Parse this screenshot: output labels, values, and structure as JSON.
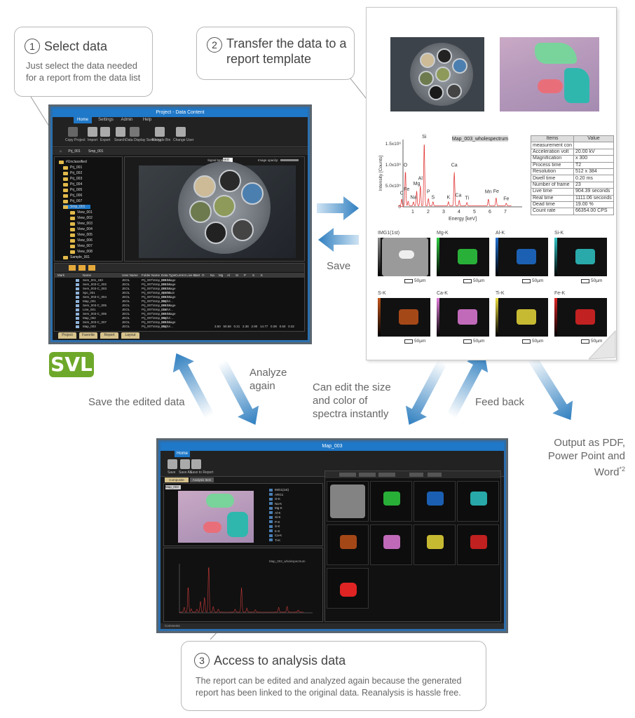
{
  "step1": {
    "number": "1",
    "title": "Select data",
    "desc_line1": "Just select the data needed",
    "desc_line2": "for a report from the data list"
  },
  "step2": {
    "number": "2",
    "title_line1": "Transfer the data to a",
    "title_line2": "report template"
  },
  "step3": {
    "number": "3",
    "title": "Access to analysis data",
    "desc_line1": "The report can be edited and analyzed again because the generated",
    "desc_line2": "report has been linked to the original data. Reanalysis is hassle free."
  },
  "labels": {
    "save": "Save",
    "analyze_again_1": "Analyze",
    "analyze_again_2": "again",
    "save_edited": "Save the edited data",
    "edit_size_1": "Can edit the size",
    "edit_size_2": "and color of",
    "edit_size_3": "spectra instantly",
    "feed_back": "Feed back",
    "output_1": "Output as PDF,",
    "output_2": "Power Point and",
    "output_3": "Word",
    "output_sup": "*2",
    "logo": "SVL"
  },
  "top_window": {
    "title": "Project - Data Content",
    "tabs": [
      "Home",
      "Settings",
      "Admin",
      "Help"
    ],
    "ribbon_items": [
      "Copy Project",
      "Import",
      "Export",
      "Search",
      "Data Display Switching",
      "Recycle Bin",
      "Change User"
    ],
    "breadcrumb": [
      "Prj_001",
      "Smp_001"
    ],
    "tree": [
      "#Unclassified",
      "Prj_001",
      "Prj_002",
      "Prj_003",
      "Prj_004",
      "Prj_005",
      "Prj_006",
      "Prj_007",
      "Smp_001",
      "View_001",
      "View_002",
      "View_003",
      "View_004",
      "View_005",
      "View_006",
      "View_007",
      "View_008",
      "Sample_001"
    ],
    "columns": [
      "Mark",
      "Name",
      "User Name",
      "Folder Name",
      "Data Type",
      "Current Live Start",
      "C",
      "O",
      "Na",
      "Mg",
      "Al",
      "Si",
      "P",
      "S",
      "K"
    ],
    "rows": [
      [
        "Sem_001_SEI",
        "JEOL",
        "Prj_007\\Smp_001\\Vi...",
        "EM Image"
      ],
      [
        "Sem_003-C_002",
        "JEOL",
        "Prj_007\\Smp_001\\Vi...",
        "EM Image"
      ],
      [
        "Sem_003-C_003",
        "JEOL",
        "Prj_007\\Smp_001\\Vi...",
        "EM Image"
      ],
      [
        "Spc_001",
        "JEOL",
        "Prj_007\\Smp_001\\Vi...",
        "Spectrum"
      ],
      [
        "Sem_003-C_004",
        "JEOL",
        "Prj_007\\Smp_001\\Vi...",
        "EM Image"
      ],
      [
        "Map_001",
        "JEOL",
        "Prj_007\\Smp_001\\Vi...",
        "Map"
      ],
      [
        "Sem_003-C_005",
        "JEOL",
        "Prj_007\\Smp_001\\Vi...",
        "EM Image"
      ],
      [
        "Line_001",
        "JEOL",
        "Prj_007\\Smp_001\\Vi...",
        "Line"
      ],
      [
        "Sem_003-C_006",
        "JEOL",
        "Prj_007\\Smp_001\\Vi...",
        "EM Image"
      ],
      [
        "Map_002",
        "JEOL",
        "Prj_007\\Smp_001\\Vi...",
        "Map"
      ],
      [
        "Sem_003-C_007",
        "JEOL",
        "Prj_007\\Smp_001\\Vi...",
        "EM Image"
      ],
      [
        "Map_003",
        "JEOL",
        "Prj_007\\Smp_001\\Vi...",
        "Map"
      ]
    ],
    "last_row_values": "3.50   50.68   0.21   2.38   2.90   14.77   0.08   0.60   0.32",
    "bottom_tabs": [
      "Project",
      "Favorite",
      "Report",
      "Layout"
    ],
    "signal_label": "Signal type:",
    "signal_value": "SED",
    "image_label": "Image opacity:"
  },
  "bottom_window": {
    "title": "Map_003",
    "tab": "Home",
    "ribbon_items": [
      "Save",
      "Save As",
      "Save to Report"
    ],
    "subtabs": [
      "Composite Image",
      "Analysis Item"
    ],
    "item_tab": "Map_003",
    "element_list": [
      "IMG1(1st)",
      "ARG1",
      "O-K",
      "Na-K",
      "Mg-K",
      "Al-K",
      "Si-K",
      "P-K",
      "S-K",
      "K-K",
      "Ca-K",
      "Ti-K"
    ],
    "spectrum_title": "Map_003_wholespectrum",
    "status": "Comments"
  },
  "report": {
    "spectrum": {
      "title": "Map_003_wholespectrum",
      "ylabel": "Intensity [Counts]",
      "xlabel": "Energy [keV]",
      "yticks": [
        "0",
        "5.0x10⁵",
        "1.0x10⁶",
        "1.5x10⁶"
      ],
      "xticks": [
        "1",
        "2",
        "3",
        "4",
        "5",
        "6",
        "7"
      ],
      "peak_labels": [
        "C",
        "O",
        "Fe",
        "Na",
        "Mg",
        "Al",
        "Si",
        "P",
        "S",
        "K",
        "Ca",
        "Ca",
        "Ti",
        "Mn",
        "Fe",
        "Fe"
      ]
    },
    "params": {
      "headers": [
        "Items",
        "Value"
      ],
      "rows": [
        [
          "measurement con",
          ""
        ],
        [
          "Acceleration volt",
          "20.00 kV"
        ],
        [
          "Magnification",
          "x 300"
        ],
        [
          "Process time",
          "T2"
        ],
        [
          "Resolution",
          "512 x 384"
        ],
        [
          "Dwell time",
          "0.20 ms"
        ],
        [
          "Number of frame",
          "23"
        ],
        [
          "Live time",
          "904.39 seconds"
        ],
        [
          "Real time",
          "1111.06 seconds"
        ],
        [
          "Dead time",
          "19.00 %"
        ],
        [
          "Count rate",
          "66354.00 CPS"
        ]
      ]
    },
    "maps": [
      {
        "label": "IMG1(1st)",
        "scale": "50µm",
        "color": "#8a8a8a"
      },
      {
        "label": "Mg-K",
        "scale": "50µm",
        "color": "#2ecc40"
      },
      {
        "label": "Al-K",
        "scale": "50µm",
        "color": "#1f6fd0"
      },
      {
        "label": "Si-K",
        "scale": "50µm",
        "color": "#2ec4c4"
      },
      {
        "label": "S-K",
        "scale": "50µm",
        "color": "#c0521a"
      },
      {
        "label": "Ca-K",
        "scale": "50µm",
        "color": "#e07ad8"
      },
      {
        "label": "Ti-K",
        "scale": "50µm",
        "color": "#e8d83a"
      },
      {
        "label": "Fe-K",
        "scale": "50µm",
        "color": "#e02424"
      }
    ]
  },
  "colors": {
    "arrow_blue": "#2f7fc0",
    "arrow_light": "#cfe3f3",
    "logo_green": "#6ea82a",
    "window_border": "#2c6fae"
  }
}
